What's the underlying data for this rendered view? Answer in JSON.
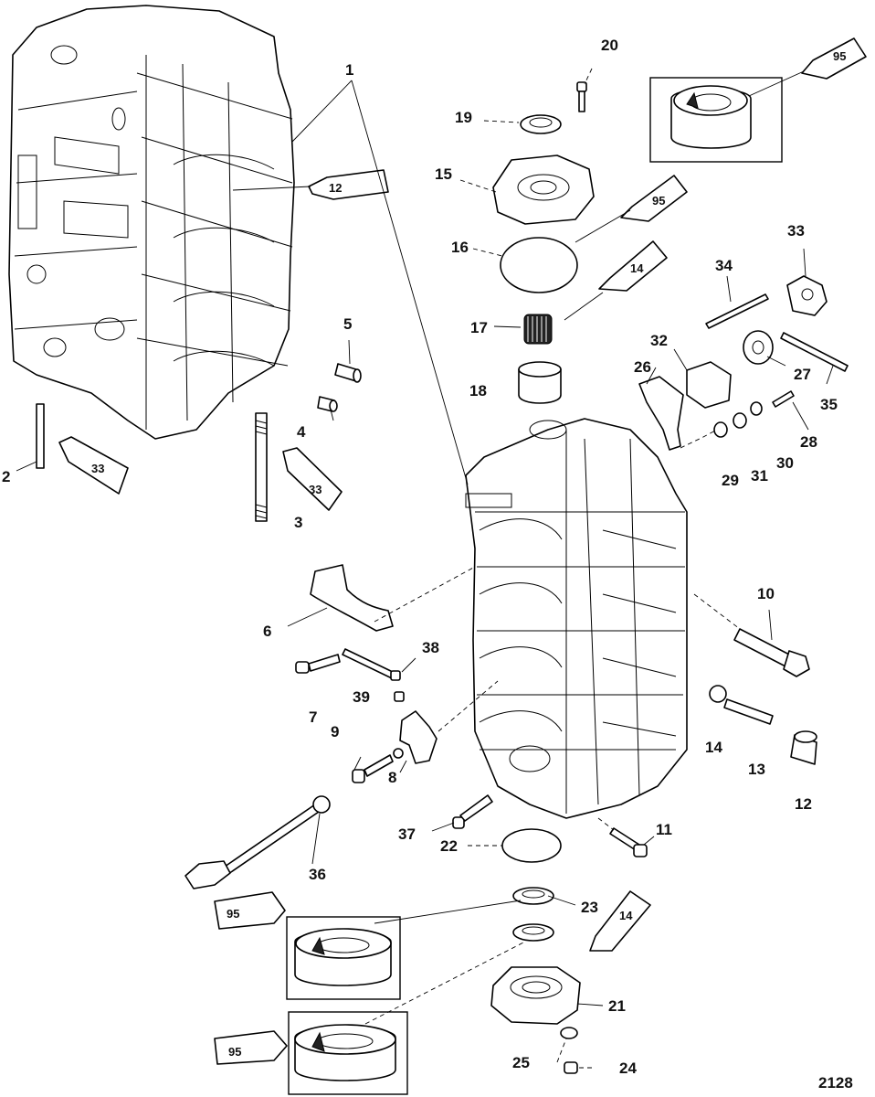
{
  "labels": {
    "p1": "1",
    "p2": "2",
    "p3": "3",
    "p4": "4",
    "p5": "5",
    "p6": "6",
    "p7": "7",
    "p8": "8",
    "p9": "9",
    "p10": "10",
    "p11": "11",
    "p12": "12",
    "p13": "13",
    "p14": "14",
    "p15": "15",
    "p16": "16",
    "p17": "17",
    "p18": "18",
    "p19": "19",
    "p20": "20",
    "p21": "21",
    "p22": "22",
    "p23": "23",
    "p24": "24",
    "p25": "25",
    "p26": "26",
    "p27": "27",
    "p28": "28",
    "p29": "29",
    "p30": "30",
    "p31": "31",
    "p32": "32",
    "p33": "33",
    "p34": "34",
    "p35": "35",
    "p36": "36",
    "p37": "37",
    "p38": "38",
    "p39": "39"
  },
  "tubes": {
    "t12": "12",
    "t33a": "33",
    "t33b": "33",
    "t95a": "95",
    "t95b": "95",
    "t14a": "14",
    "t14b": "14",
    "t95c": "95",
    "t95d": "95"
  },
  "figure_number": "2128"
}
